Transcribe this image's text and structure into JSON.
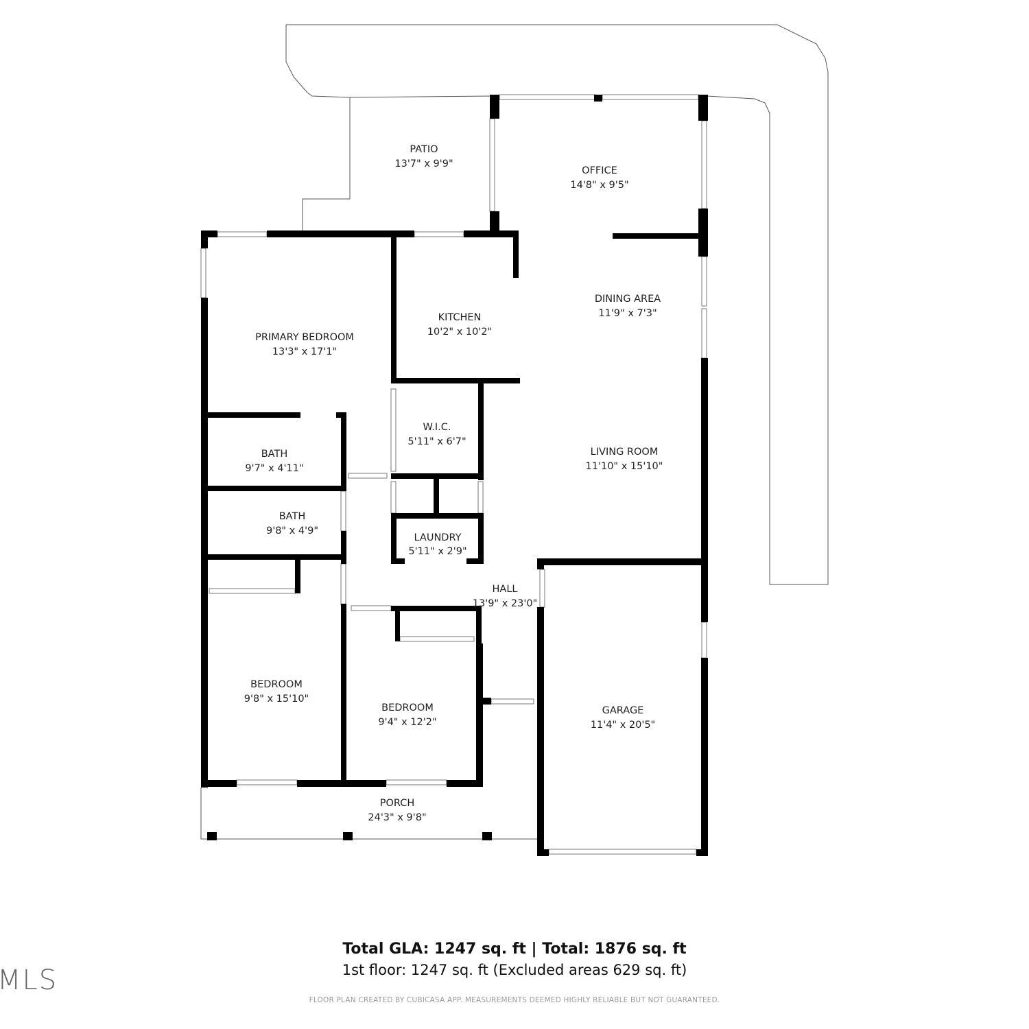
{
  "rooms": [
    {
      "name": "PATIO",
      "dims": "13'7\" x 9'9\""
    },
    {
      "name": "OFFICE",
      "dims": "14'8\" x 9'5\""
    },
    {
      "name": "PRIMARY BEDROOM",
      "dims": "13'3\" x 17'1\""
    },
    {
      "name": "KITCHEN",
      "dims": "10'2\" x 10'2\""
    },
    {
      "name": "DINING AREA",
      "dims": "11'9\" x 7'3\""
    },
    {
      "name": "W.I.C.",
      "dims": "5'11\" x 6'7\""
    },
    {
      "name": "BATH",
      "dims": "9'7\" x 4'11\""
    },
    {
      "name": "LIVING ROOM",
      "dims": "11'10\" x 15'10\""
    },
    {
      "name": "BATH",
      "dims": "9'8\" x 4'9\""
    },
    {
      "name": "LAUNDRY",
      "dims": "5'11\" x 2'9\""
    },
    {
      "name": "HALL",
      "dims": "13'9\" x 23'0\""
    },
    {
      "name": "BEDROOM",
      "dims": "9'8\" x 15'10\""
    },
    {
      "name": "BEDROOM",
      "dims": "9'4\" x 12'2\""
    },
    {
      "name": "GARAGE",
      "dims": "11'4\" x 20'5\""
    },
    {
      "name": "PORCH",
      "dims": "24'3\" x 9'8\""
    }
  ],
  "summary": {
    "totals": "Total GLA: 1247 sq. ft | Total: 1876 sq. ft",
    "floor": "1st floor: 1247 sq. ft (Excluded areas 629 sq. ft)"
  },
  "disclaimer": "FLOOR PLAN CREATED BY CUBICASA APP. MEASUREMENTS DEEMED HIGHLY RELIABLE BUT NOT GUARANTEED.",
  "watermark": "MLS",
  "colors": {
    "wall": "#000000",
    "outline": "#555555",
    "text": "#222222"
  }
}
